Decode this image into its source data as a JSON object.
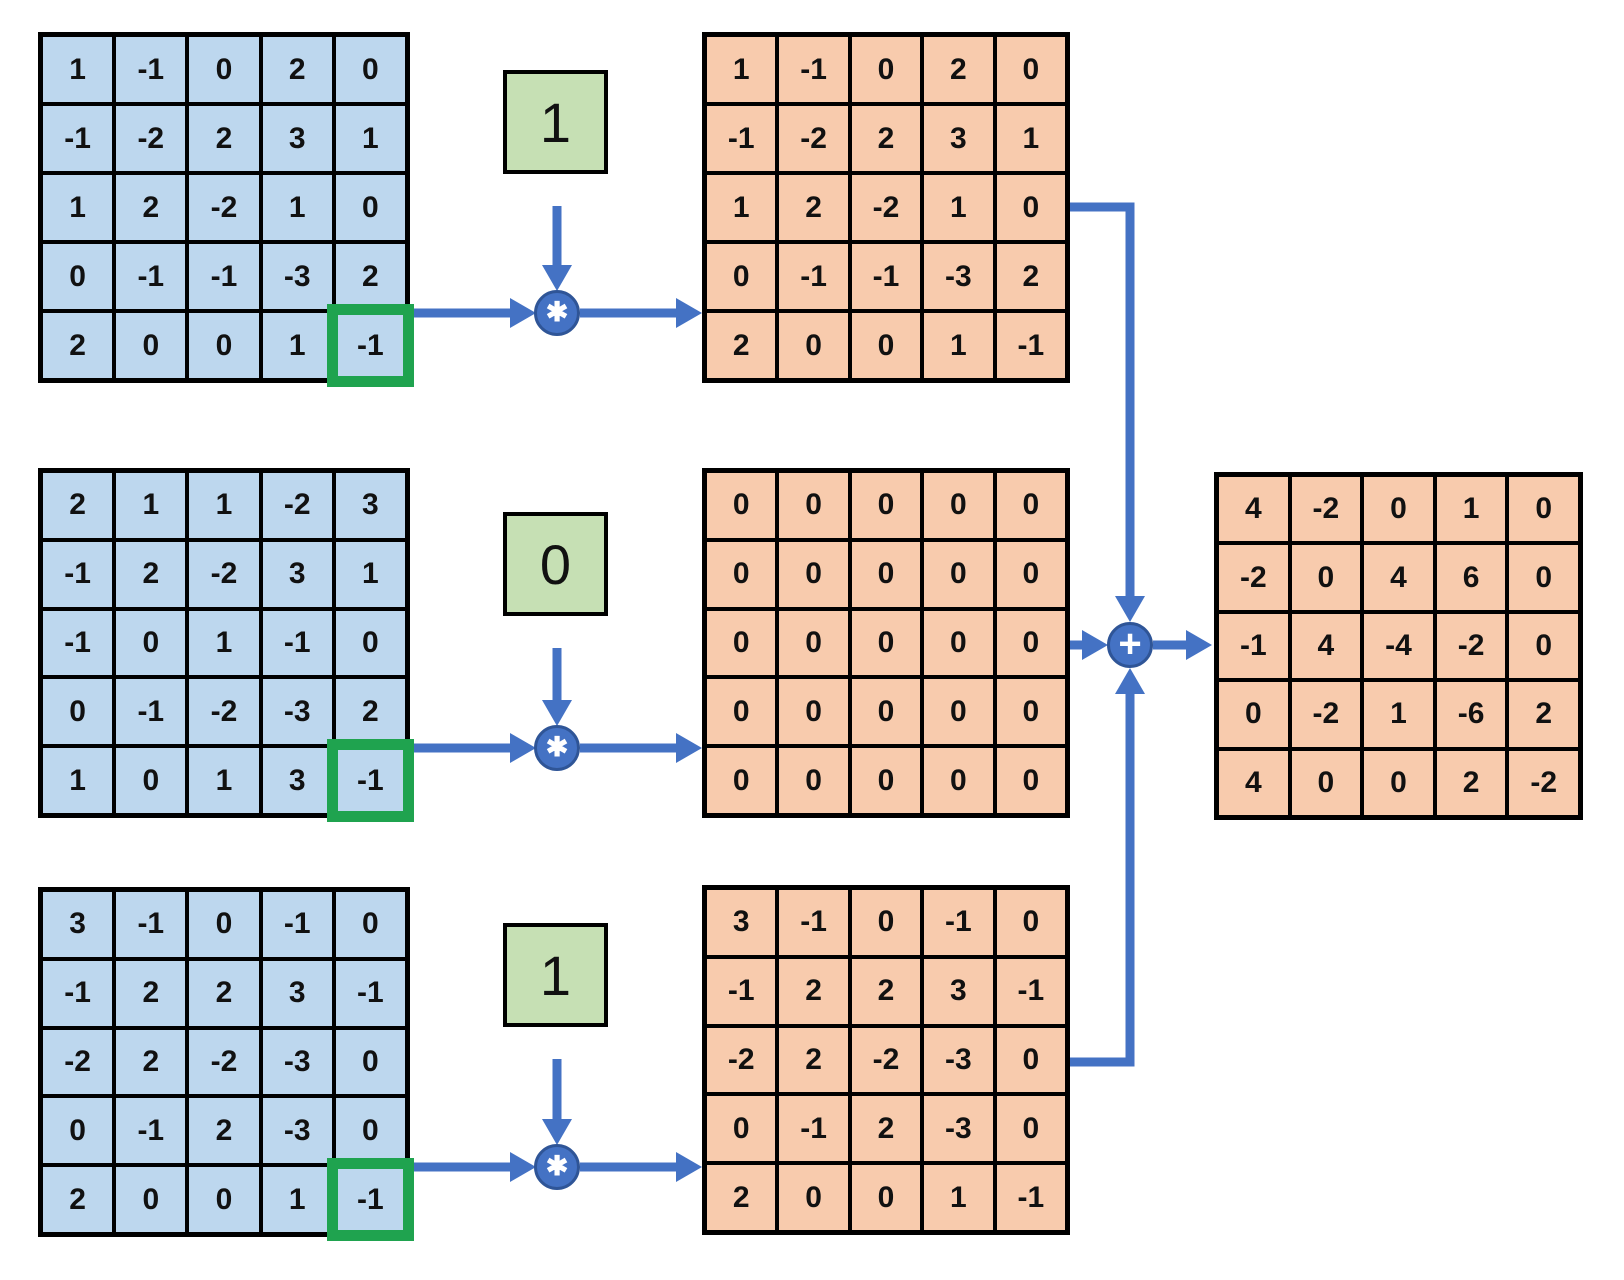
{
  "colors": {
    "arrow": "#4472c4",
    "arrow_rim": "#2f5597",
    "highlight": "#1fa34f",
    "input_fill": "#bdd7ee",
    "output_fill": "#f8cbad",
    "kernel_fill": "#c6e0b4",
    "grid_border": "#000000"
  },
  "operators": {
    "multiply": "✱",
    "add": "+"
  },
  "branches": [
    {
      "kernel": "1",
      "input": {
        "rows": [
          [
            1,
            -1,
            0,
            2,
            0
          ],
          [
            -1,
            -2,
            2,
            3,
            1
          ],
          [
            1,
            2,
            -2,
            1,
            0
          ],
          [
            0,
            -1,
            -1,
            -3,
            2
          ],
          [
            2,
            0,
            0,
            1,
            -1
          ]
        ],
        "highlight": {
          "row": 4,
          "col": 4
        }
      },
      "output": {
        "rows": [
          [
            1,
            -1,
            0,
            2,
            0
          ],
          [
            -1,
            -2,
            2,
            3,
            1
          ],
          [
            1,
            2,
            -2,
            1,
            0
          ],
          [
            0,
            -1,
            -1,
            -3,
            2
          ],
          [
            2,
            0,
            0,
            1,
            -1
          ]
        ]
      }
    },
    {
      "kernel": "0",
      "input": {
        "rows": [
          [
            2,
            1,
            1,
            -2,
            3
          ],
          [
            -1,
            2,
            -2,
            3,
            1
          ],
          [
            -1,
            0,
            1,
            -1,
            0
          ],
          [
            0,
            -1,
            -2,
            -3,
            2
          ],
          [
            1,
            0,
            1,
            3,
            -1
          ]
        ],
        "highlight": {
          "row": 4,
          "col": 4
        }
      },
      "output": {
        "rows": [
          [
            0,
            0,
            0,
            0,
            0
          ],
          [
            0,
            0,
            0,
            0,
            0
          ],
          [
            0,
            0,
            0,
            0,
            0
          ],
          [
            0,
            0,
            0,
            0,
            0
          ],
          [
            0,
            0,
            0,
            0,
            0
          ]
        ]
      }
    },
    {
      "kernel": "1",
      "input": {
        "rows": [
          [
            3,
            -1,
            0,
            -1,
            0
          ],
          [
            -1,
            2,
            2,
            3,
            -1
          ],
          [
            -2,
            2,
            -2,
            -3,
            0
          ],
          [
            0,
            -1,
            2,
            -3,
            0
          ],
          [
            2,
            0,
            0,
            1,
            -1
          ]
        ],
        "highlight": {
          "row": 4,
          "col": 4
        }
      },
      "output": {
        "rows": [
          [
            3,
            -1,
            0,
            -1,
            0
          ],
          [
            -1,
            2,
            2,
            3,
            -1
          ],
          [
            -2,
            2,
            -2,
            -3,
            0
          ],
          [
            0,
            -1,
            2,
            -3,
            0
          ],
          [
            2,
            0,
            0,
            1,
            -1
          ]
        ]
      }
    }
  ],
  "final_output": {
    "rows": [
      [
        4,
        -2,
        0,
        1,
        0
      ],
      [
        -2,
        0,
        4,
        6,
        0
      ],
      [
        -1,
        4,
        -4,
        -2,
        0
      ],
      [
        0,
        -2,
        1,
        -6,
        2
      ],
      [
        4,
        0,
        0,
        2,
        -2
      ]
    ]
  }
}
